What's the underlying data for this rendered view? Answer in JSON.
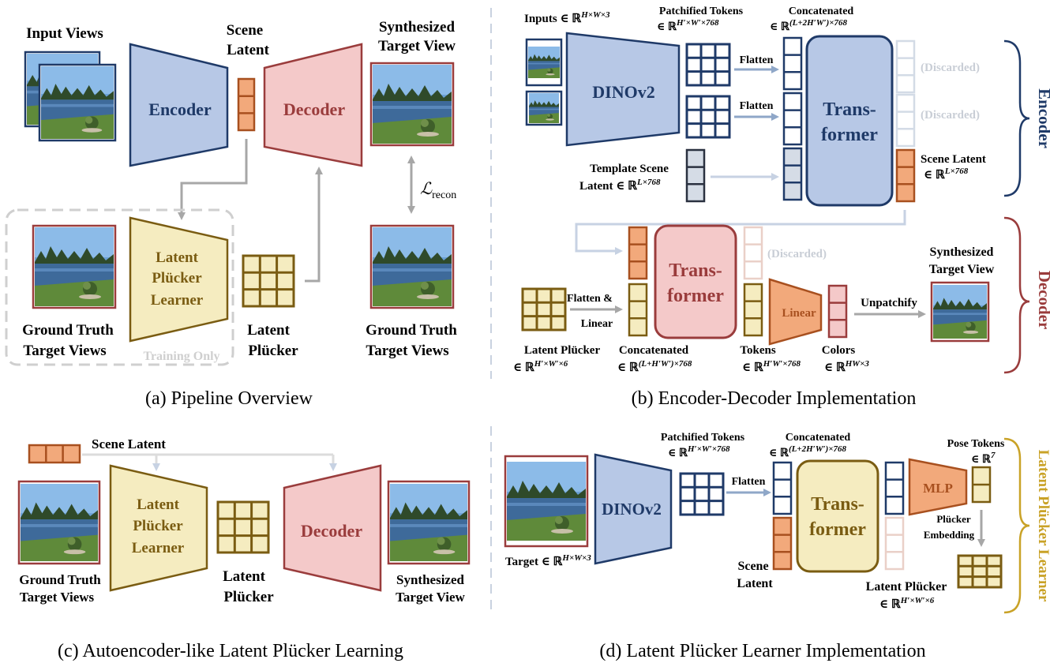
{
  "panel_a": {
    "caption": "(a) Pipeline Overview",
    "input_views": "Input Views",
    "scene_latent_1": "Scene",
    "scene_latent_2": "Latent",
    "synth_1": "Synthesized",
    "synth_2": "Target View",
    "encoder": "Encoder",
    "decoder": "Decoder",
    "loss": "ℒ",
    "loss_sub": "recon",
    "learner_1": "Latent",
    "learner_2": "Plücker",
    "learner_3": "Learner",
    "gt_left_1": "Ground Truth",
    "gt_left_2": "Target Views",
    "training_only": "Training Only",
    "latent_plucker_1": "Latent",
    "latent_plucker_2": "Plücker",
    "gt_right_1": "Ground Truth",
    "gt_right_2": "Target Views"
  },
  "panel_b": {
    "caption": "(b) Encoder-Decoder Implementation",
    "inputs": "Inputs ∈ ℝ",
    "inputs_sup": "H×W×3",
    "patch_1": "Patchified Tokens",
    "patch_2": "∈ ℝ",
    "patch_sup": "H′×W′×768",
    "concat_1": "Concatenated",
    "concat_2": "∈ ℝ",
    "concat_sup": "(L+2H′W′)×768",
    "dino": "DINOv2",
    "flatten": "Flatten",
    "transformer_1": "Trans-",
    "transformer_2": "former",
    "discarded": "(Discarded)",
    "template_1": "Template Scene",
    "template_2": "Latent ∈ ℝ",
    "template_sup": "L×768",
    "scene_latent_1": "Scene Latent",
    "scene_latent_2": "∈ ℝ",
    "scene_latent_sup": "L×768",
    "encoder_side": "Encoder",
    "decoder_side": "Decoder",
    "flatten_linear_1": "Flatten &",
    "flatten_linear_2": "Linear",
    "linear": "Linear",
    "unpatchify": "Unpatchify",
    "synth_1": "Synthesized",
    "synth_2": "Target View",
    "lp_1": "Latent Plücker",
    "lp_2": "∈ ℝ",
    "lp_sup": "H′×W′×6",
    "concat2_1": "Concatenated",
    "concat2_2": "∈ ℝ",
    "concat2_sup": "(L+H′W′)×768",
    "tokens_1": "Tokens",
    "tokens_2": "∈ ℝ",
    "tokens_sup": "H′W′×768",
    "colors_1": "Colors",
    "colors_2": "∈ ℝ",
    "colors_sup": "HW×3"
  },
  "panel_c": {
    "caption": "(c) Autoencoder-like Latent Plücker Learning",
    "scene_latent": "Scene Latent",
    "learner_1": "Latent",
    "learner_2": "Plücker",
    "learner_3": "Learner",
    "decoder": "Decoder",
    "gt_1": "Ground Truth",
    "gt_2": "Target Views",
    "lp_1": "Latent",
    "lp_2": "Plücker",
    "synth_1": "Synthesized",
    "synth_2": "Target View"
  },
  "panel_d": {
    "caption": "(d) Latent Plücker Learner Implementation",
    "patch_1": "Patchified Tokens",
    "patch_2": "∈ ℝ",
    "patch_sup": "H′×W′×768",
    "concat_1": "Concatenated",
    "concat_2": "∈ ℝ",
    "concat_sup": "(L+2H′W′)×768",
    "pose_1": "Pose Tokens",
    "pose_2": "∈ ℝ",
    "pose_sup": "7",
    "dino": "DINOv2",
    "flatten": "Flatten",
    "transformer_1": "Trans-",
    "transformer_2": "former",
    "mlp": "MLP",
    "plucker_embed_1": "Plücker",
    "plucker_embed_2": "Embedding",
    "target": "Target ∈ ℝ",
    "target_sup": "H×W×3",
    "scene_1": "Scene",
    "scene_2": "Latent",
    "lp_1": "Latent Plücker",
    "lp_2": "∈ ℝ",
    "lp_sup": "H′×W′×6",
    "side": "Latent Plücker Learner"
  },
  "colors": {
    "blue": "#1f3a68",
    "blue_fill": "#b7c8e6",
    "red": "#9a3c3c",
    "red_fill": "#f4c9c9",
    "orange": "#a8501f",
    "orange_fill": "#f2a97b",
    "olive": "#7a5c12",
    "olive_fill": "#f5ecc0",
    "gray": "#a7a7a7",
    "light_blue": "#c7d2e3"
  }
}
